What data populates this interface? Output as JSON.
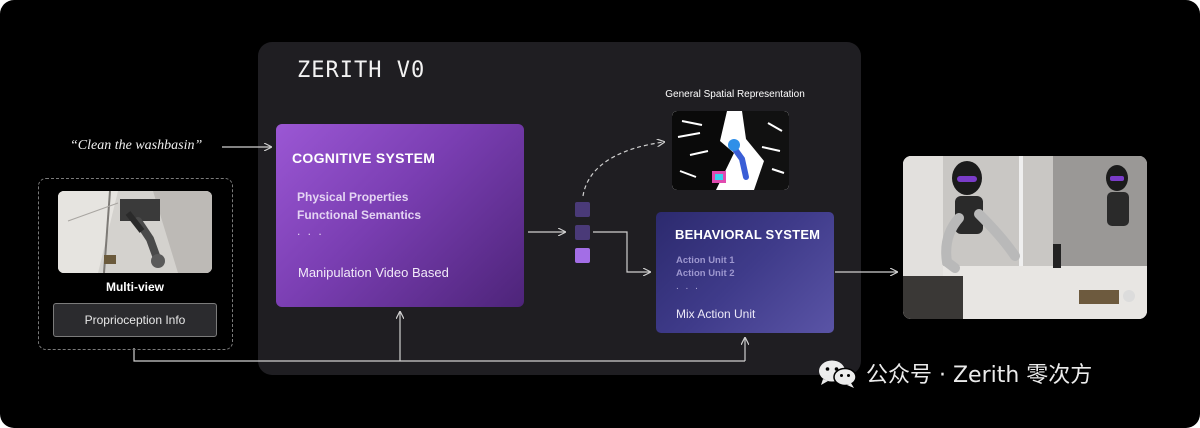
{
  "diagram": {
    "title": "ZERITH V0",
    "instruction": "“Clean the washbasin”",
    "multiview_label": "Multi-view",
    "proprioception_label": "Proprioception Info",
    "cognitive_system": {
      "title": "COGNITIVE SYSTEM",
      "items": [
        "Physical Properties",
        "Functional Semantics"
      ],
      "ellipsis": ". . .",
      "footer": "Manipulation Video Based"
    },
    "spatial_label": "General Spatial Representation",
    "behavioral_system": {
      "title": "BEHAVIORAL SYSTEM",
      "items": [
        "Action Unit 1",
        "Action Unit 2"
      ],
      "ellipsis": ". . .",
      "footer": "Mix Action Unit"
    },
    "watermark": "公众号 · Zerith 零次方"
  },
  "colors": {
    "canvas_bg": "#000000",
    "panel_bg": "#1f1e22",
    "cognitive_gradient": [
      "#9b57d4",
      "#4d2479"
    ],
    "behavioral_gradient": [
      "#2c2a6e",
      "#5a54a6"
    ],
    "token_dark": "#4a3a78",
    "token_light": "#a36ee6",
    "connector": "#cfcfcf"
  },
  "icons": [
    "wechat-icon"
  ]
}
